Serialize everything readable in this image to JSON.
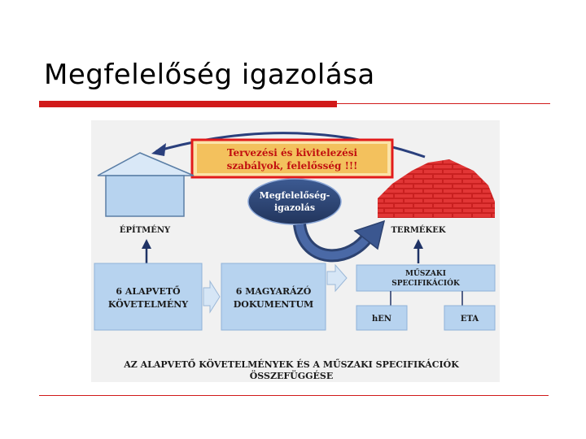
{
  "slide": {
    "title": "Megfelelőség igazolása"
  },
  "diagram": {
    "top_box_line1": "Tervezési és kivitelezési",
    "top_box_line2": "szabályok, felelősség !!!",
    "ellipse_line1": "Megfelelőség-",
    "ellipse_line2": "igazolás",
    "left_label": "ÉPÍTMÉNY",
    "right_label": "TERMÉKEK",
    "box1_line1": "6 ALAPVETŐ",
    "box1_line2": "KÖVETELMÉNY",
    "box2_line1": "6 MAGYARÁZÓ",
    "box2_line2": "DOKUMENTUM",
    "box3_line1": "MŰSZAKI",
    "box3_line2": "SPECIFIKÁCIÓK",
    "box4": "hEN",
    "box5": "ETA",
    "caption_line1": "AZ ALAPVETŐ KÖVETELMÉNYEK ÉS A MŰSZAKI SPECIFIKÁCIÓK",
    "caption_line2": "ÖSSZEFÜGGÉSE"
  },
  "colors": {
    "accent_red": "#d11a1a",
    "box_blue": "#b7d3ef",
    "ellipse_navy": "#2f4777",
    "brick_red": "#d42a2a",
    "top_box_fill": "#f4c96c"
  }
}
